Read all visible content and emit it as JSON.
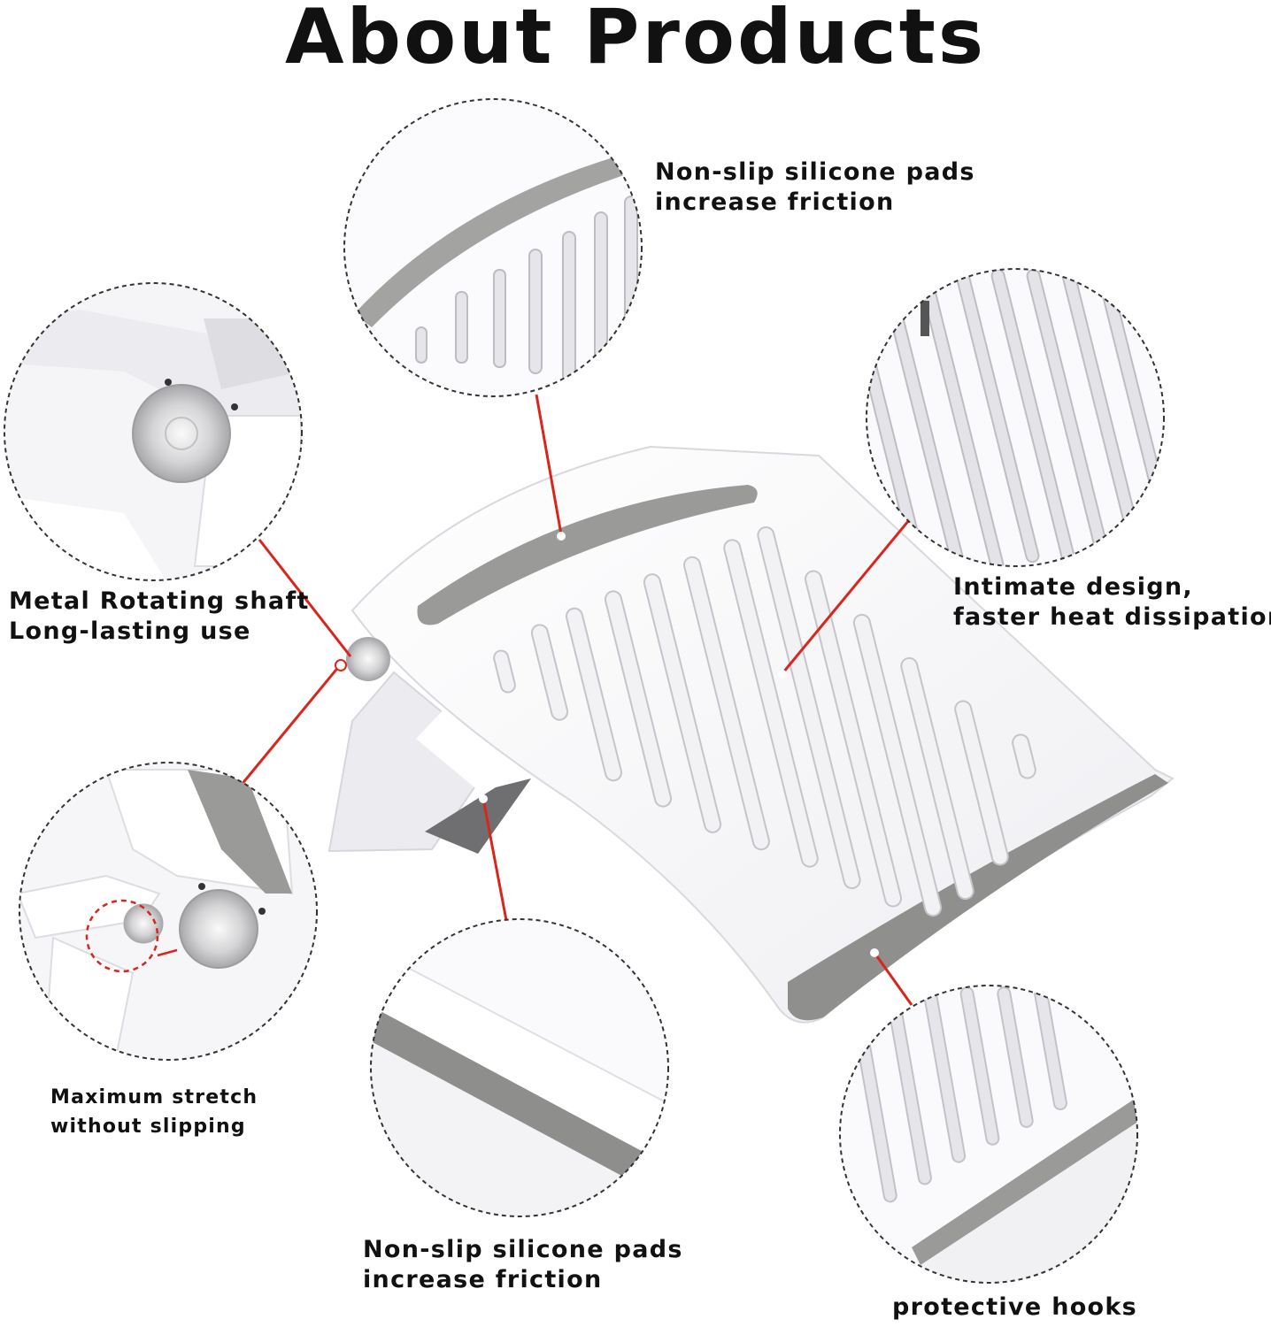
{
  "title": "About Products",
  "callouts": {
    "top": {
      "line1": "Non-slip silicone pads",
      "line2": "increase friction"
    },
    "shaft": {
      "line1": "Metal Rotating shaft",
      "line2": "Long-lasting use"
    },
    "heat": {
      "line1": "Intimate design,",
      "line2": "faster heat dissipation"
    },
    "stretch": {
      "line1": "Maximum stretch",
      "line2": "without slipping"
    },
    "bottom": {
      "line1": "Non-slip silicone pads",
      "line2": "increase friction"
    },
    "hooks": {
      "line1": "protective hooks"
    }
  },
  "colors": {
    "leader_line": "#d9261c",
    "pad_gray": "#9a9a98",
    "stand_white": "#f6f6f8",
    "dashed_circle": "#333333"
  }
}
